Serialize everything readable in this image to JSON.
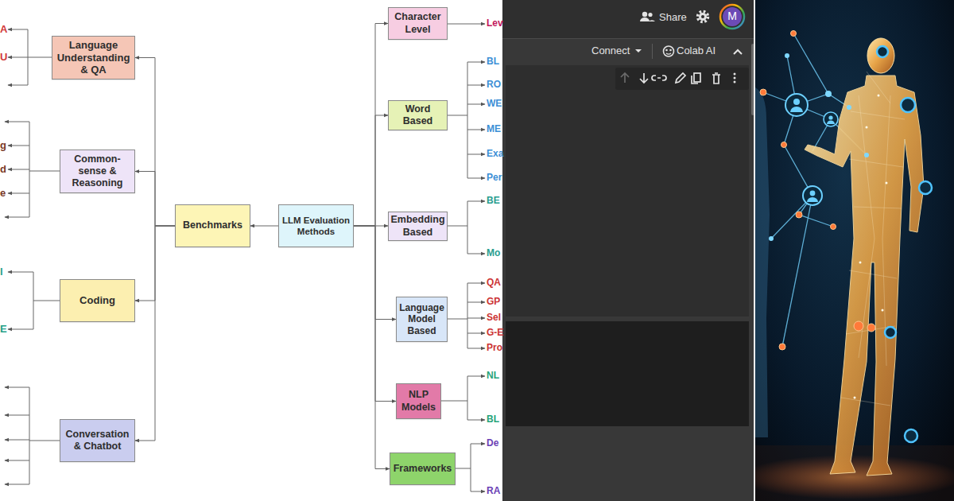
{
  "diagram": {
    "nodes": [
      {
        "text": [
          "Language Understanding & QA"
        ]
      },
      {
        "text": [
          "Common-sense & Reasoning"
        ]
      },
      {
        "text": [
          "Coding"
        ]
      },
      {
        "text": [
          "Conversation & Chatbot"
        ]
      },
      {
        "text": [
          "Benchmarks"
        ]
      },
      {
        "text": [
          "LLM Evaluation Methods"
        ]
      },
      {
        "text": [
          "Character Level"
        ]
      },
      {
        "text": [
          "Word Based"
        ]
      },
      {
        "text": [
          "Embedding Based"
        ]
      },
      {
        "text": [
          "Language Model Based"
        ]
      },
      {
        "text": [
          "NLP Models"
        ]
      },
      {
        "text": [
          "Frameworks"
        ]
      }
    ],
    "edges": [
      {
        "from": 5,
        "to": 4,
        "arrow": "to"
      },
      {
        "from": 4,
        "to": 0,
        "arrow": "to"
      },
      {
        "from": 4,
        "to": 1,
        "arrow": "to"
      },
      {
        "from": 4,
        "to": 2,
        "arrow": "to"
      },
      {
        "from": 4,
        "to": 3,
        "arrow": "to"
      },
      {
        "from": 5,
        "to": 6,
        "arrow": "to"
      },
      {
        "from": 5,
        "to": 7,
        "arrow": "to"
      },
      {
        "from": 5,
        "to": 8,
        "arrow": "to"
      },
      {
        "from": 5,
        "to": 9,
        "arrow": "to"
      },
      {
        "from": 5,
        "to": 10,
        "arrow": "to"
      },
      {
        "from": 5,
        "to": 11,
        "arrow": "to"
      }
    ],
    "labels": [
      "A",
      "U",
      "g",
      "d",
      "e",
      "l",
      "E",
      "Lev",
      "BL",
      "RO",
      "WE",
      "ME",
      "Exa",
      "Per",
      "BE",
      "Mo",
      "QA",
      "GP",
      "Sel",
      "G-E",
      "Pro",
      "NL",
      "BL",
      "De",
      "RA",
      "Share",
      "Connect",
      "Colab AI",
      "M"
    ]
  }
}
